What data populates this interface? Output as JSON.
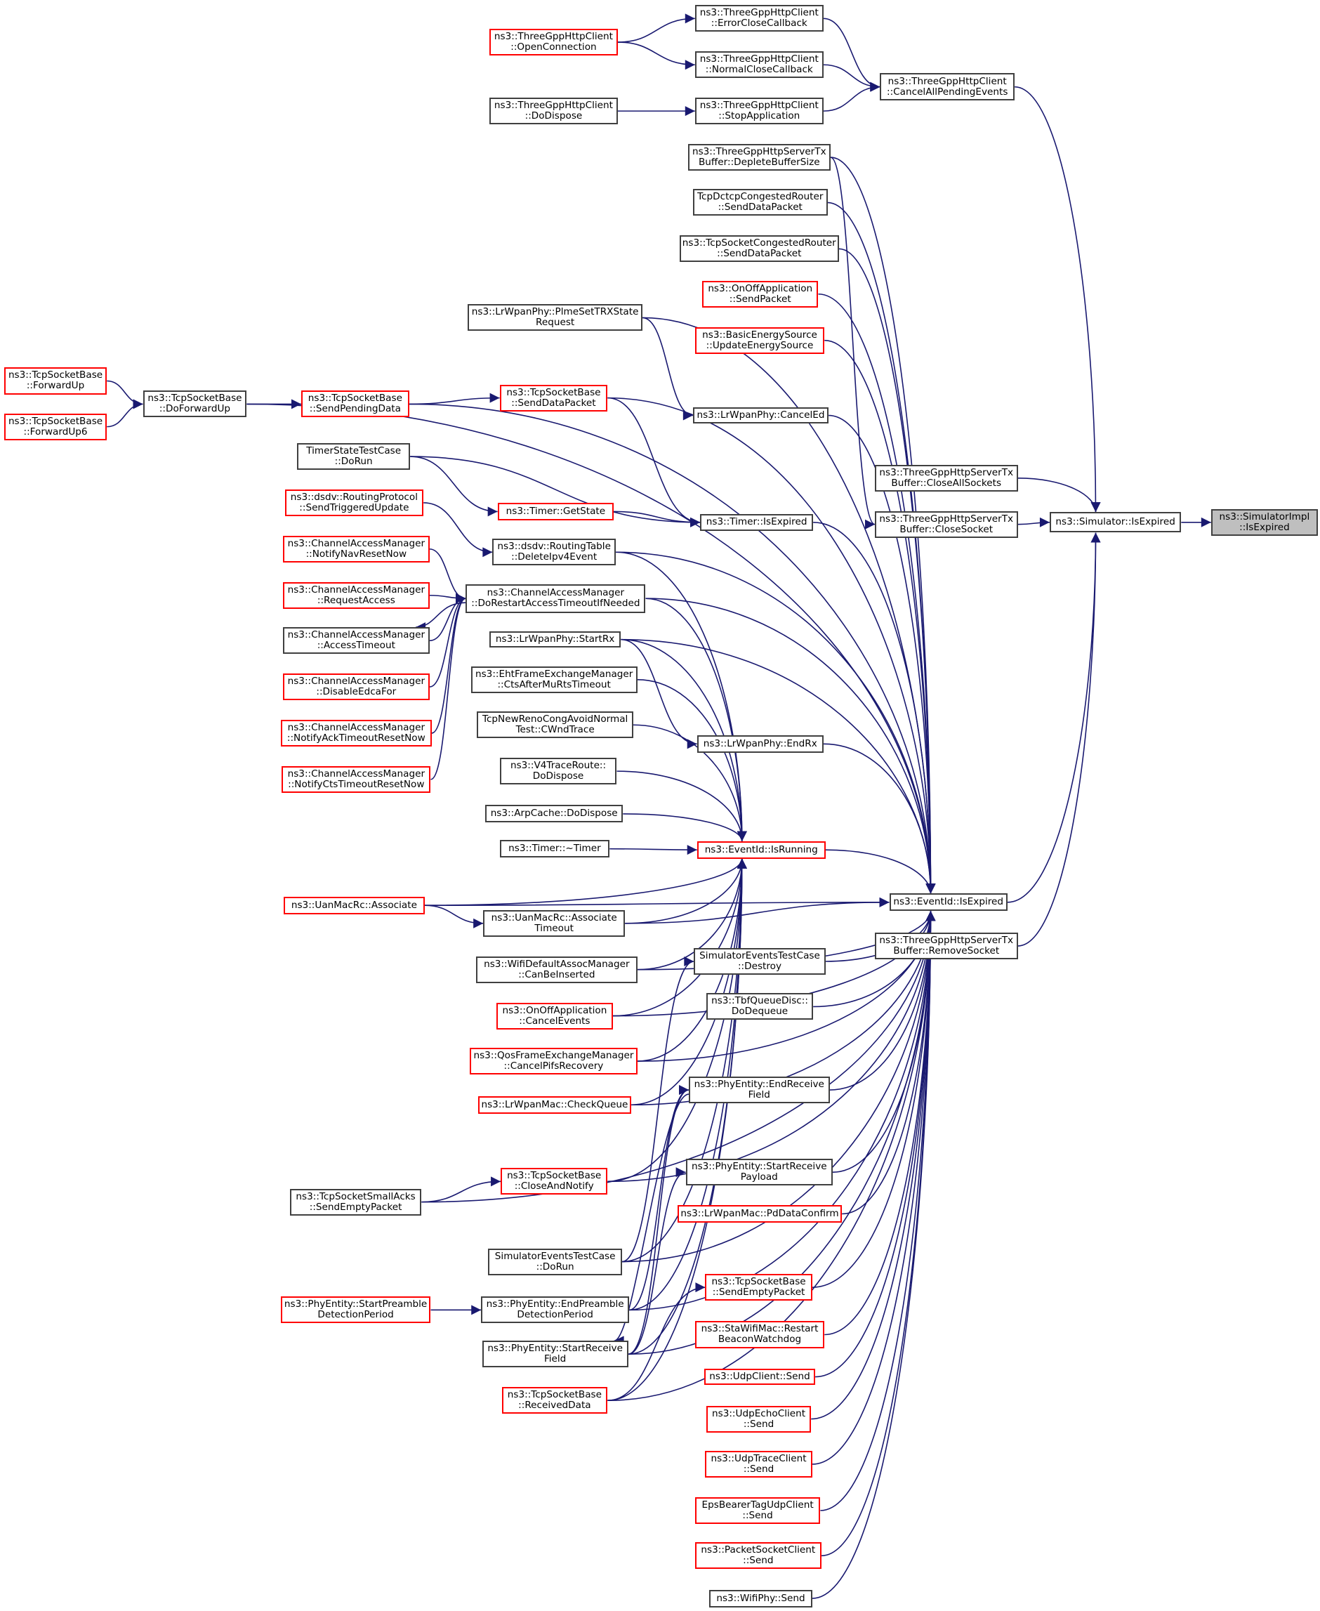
{
  "graph": {
    "title": "Caller graph of ns3::SimulatorImpl::IsExpired",
    "edge_color": "#191970",
    "node_border_color": "#404040",
    "undocumented_border_color": "#ff0000",
    "focus_fill_color": "#bfbfbf",
    "nodes": [
      {
        "id": "simimpl_isexpired",
        "lines": [
          "ns3::SimulatorImpl",
          "::IsExpired"
        ],
        "style": "focus"
      },
      {
        "id": "simulator_isexpired",
        "lines": [
          "ns3::Simulator::IsExpired"
        ],
        "style": "normal"
      },
      {
        "id": "cancelallpending",
        "lines": [
          "ns3::ThreeGppHttpClient",
          "::CancelAllPendingEvents"
        ],
        "style": "normal"
      },
      {
        "id": "errorclose",
        "lines": [
          "ns3::ThreeGppHttpClient",
          "::ErrorCloseCallback"
        ],
        "style": "normal"
      },
      {
        "id": "normalclose",
        "lines": [
          "ns3::ThreeGppHttpClient",
          "::NormalCloseCallback"
        ],
        "style": "normal"
      },
      {
        "id": "stopapp",
        "lines": [
          "ns3::ThreeGppHttpClient",
          "::StopApplication"
        ],
        "style": "normal"
      },
      {
        "id": "openconn",
        "lines": [
          "ns3::ThreeGppHttpClient",
          "::OpenConnection"
        ],
        "style": "red"
      },
      {
        "id": "dodispose_http",
        "lines": [
          "ns3::ThreeGppHttpClient",
          "::DoDispose"
        ],
        "style": "normal"
      },
      {
        "id": "deplete",
        "lines": [
          "ns3::ThreeGppHttpServerTx",
          "Buffer::DepleteBufferSize"
        ],
        "style": "normal"
      },
      {
        "id": "dctcp_send",
        "lines": [
          "TcpDctcpCongestedRouter",
          "::SendDataPacket"
        ],
        "style": "normal"
      },
      {
        "id": "tcpcong_send",
        "lines": [
          "ns3::TcpSocketCongestedRouter",
          "::SendDataPacket"
        ],
        "style": "normal"
      },
      {
        "id": "onoff_send",
        "lines": [
          "ns3::OnOffApplication",
          "::SendPacket"
        ],
        "style": "red"
      },
      {
        "id": "energy_update",
        "lines": [
          "ns3::BasicEnergySource",
          "::UpdateEnergySource"
        ],
        "style": "red"
      },
      {
        "id": "plme",
        "lines": [
          "ns3::LrWpanPhy::PlmeSetTRXState",
          "Request"
        ],
        "style": "normal"
      },
      {
        "id": "canceled",
        "lines": [
          "ns3::LrWpanPhy::CancelEd"
        ],
        "style": "normal"
      },
      {
        "id": "closeallsockets",
        "lines": [
          "ns3::ThreeGppHttpServerTx",
          "Buffer::CloseAllSockets"
        ],
        "style": "normal"
      },
      {
        "id": "closesocket",
        "lines": [
          "ns3::ThreeGppHttpServerTx",
          "Buffer::CloseSocket"
        ],
        "style": "normal"
      },
      {
        "id": "removesocket",
        "lines": [
          "ns3::ThreeGppHttpServerTx",
          "Buffer::RemoveSocket"
        ],
        "style": "normal"
      },
      {
        "id": "eventid_isexpired",
        "lines": [
          "ns3::EventId::IsExpired"
        ],
        "style": "normal"
      },
      {
        "id": "eventid_isrunning",
        "lines": [
          "ns3::EventId::IsRunning"
        ],
        "style": "red"
      },
      {
        "id": "forwardup",
        "lines": [
          "ns3::TcpSocketBase",
          "::ForwardUp"
        ],
        "style": "red"
      },
      {
        "id": "forwardup6",
        "lines": [
          "ns3::TcpSocketBase",
          "::ForwardUp6"
        ],
        "style": "red"
      },
      {
        "id": "doforwardup",
        "lines": [
          "ns3::TcpSocketBase",
          "::DoForwardUp"
        ],
        "style": "normal"
      },
      {
        "id": "sendpending",
        "lines": [
          "ns3::TcpSocketBase",
          "::SendPendingData"
        ],
        "style": "red"
      },
      {
        "id": "tcp_senddata",
        "lines": [
          "ns3::TcpSocketBase",
          "::SendDataPacket"
        ],
        "style": "red"
      },
      {
        "id": "timerstate_dorun",
        "lines": [
          "TimerStateTestCase",
          "::DoRun"
        ],
        "style": "normal"
      },
      {
        "id": "timer_getstate",
        "lines": [
          "ns3::Timer::GetState"
        ],
        "style": "red"
      },
      {
        "id": "timer_isexpired",
        "lines": [
          "ns3::Timer::IsExpired"
        ],
        "style": "normal"
      },
      {
        "id": "dsdv_sendtrig",
        "lines": [
          "ns3::dsdv::RoutingProtocol",
          "::SendTriggeredUpdate"
        ],
        "style": "red"
      },
      {
        "id": "dsdv_deleteipv4",
        "lines": [
          "ns3::dsdv::RoutingTable",
          "::DeleteIpv4Event"
        ],
        "style": "normal"
      },
      {
        "id": "cam_navreset",
        "lines": [
          "ns3::ChannelAccessManager",
          "::NotifyNavResetNow"
        ],
        "style": "red"
      },
      {
        "id": "cam_request",
        "lines": [
          "ns3::ChannelAccessManager",
          "::RequestAccess"
        ],
        "style": "red"
      },
      {
        "id": "cam_accesstimeout",
        "lines": [
          "ns3::ChannelAccessManager",
          "::AccessTimeout"
        ],
        "style": "normal"
      },
      {
        "id": "cam_disableedca",
        "lines": [
          "ns3::ChannelAccessManager",
          "::DisableEdcaFor"
        ],
        "style": "red"
      },
      {
        "id": "cam_ackreset",
        "lines": [
          "ns3::ChannelAccessManager",
          "::NotifyAckTimeoutResetNow"
        ],
        "style": "red"
      },
      {
        "id": "cam_ctsreset",
        "lines": [
          "ns3::ChannelAccessManager",
          "::NotifyCtsTimeoutResetNow"
        ],
        "style": "red"
      },
      {
        "id": "cam_dorestart",
        "lines": [
          "ns3::ChannelAccessManager",
          "::DoRestartAccessTimeoutIfNeeded"
        ],
        "style": "normal"
      },
      {
        "id": "startrx",
        "lines": [
          "ns3::LrWpanPhy::StartRx"
        ],
        "style": "normal"
      },
      {
        "id": "eht_cts",
        "lines": [
          "ns3::EhtFrameExchangeManager",
          "::CtsAfterMuRtsTimeout"
        ],
        "style": "normal"
      },
      {
        "id": "newreno_cwnd",
        "lines": [
          "TcpNewRenoCongAvoidNormal",
          "Test::CWndTrace"
        ],
        "style": "normal"
      },
      {
        "id": "v4trace_dispose",
        "lines": [
          "ns3::V4TraceRoute::",
          "DoDispose"
        ],
        "style": "normal"
      },
      {
        "id": "arpcache_dispose",
        "lines": [
          "ns3::ArpCache::DoDispose"
        ],
        "style": "normal"
      },
      {
        "id": "timer_dtor",
        "lines": [
          "ns3::Timer::~Timer"
        ],
        "style": "normal"
      },
      {
        "id": "endrx",
        "lines": [
          "ns3::LrWpanPhy::EndRx"
        ],
        "style": "normal"
      },
      {
        "id": "uan_associate",
        "lines": [
          "ns3::UanMacRc::Associate"
        ],
        "style": "red"
      },
      {
        "id": "uan_assoctimeout",
        "lines": [
          "ns3::UanMacRc::Associate",
          "Timeout"
        ],
        "style": "normal"
      },
      {
        "id": "wifi_caninsert",
        "lines": [
          "ns3::WifiDefaultAssocManager",
          "::CanBeInserted"
        ],
        "style": "normal"
      },
      {
        "id": "onoff_cancel",
        "lines": [
          "ns3::OnOffApplication",
          "::CancelEvents"
        ],
        "style": "red"
      },
      {
        "id": "qos_cancelpifs",
        "lines": [
          "ns3::QosFrameExchangeManager",
          "::CancelPifsRecovery"
        ],
        "style": "red"
      },
      {
        "id": "lrwpanmac_checkqueue",
        "lines": [
          "ns3::LrWpanMac::CheckQueue"
        ],
        "style": "red"
      },
      {
        "id": "simevents_destroy",
        "lines": [
          "SimulatorEventsTestCase",
          "::Destroy"
        ],
        "style": "normal"
      },
      {
        "id": "tbf_dequeue",
        "lines": [
          "ns3::TbfQueueDisc::",
          "DoDequeue"
        ],
        "style": "normal"
      },
      {
        "id": "phy_endrecvfield",
        "lines": [
          "ns3::PhyEntity::EndReceive",
          "Field"
        ],
        "style": "normal"
      },
      {
        "id": "phy_startrecvpayload",
        "lines": [
          "ns3::PhyEntity::StartReceive",
          "Payload"
        ],
        "style": "normal"
      },
      {
        "id": "lrwpanmac_pddata",
        "lines": [
          "ns3::LrWpanMac::PdDataConfirm"
        ],
        "style": "red"
      },
      {
        "id": "tcp_closenotify",
        "lines": [
          "ns3::TcpSocketBase",
          "::CloseAndNotify"
        ],
        "style": "red"
      },
      {
        "id": "smallacks_sendempty",
        "lines": [
          "ns3::TcpSocketSmallAcks",
          "::SendEmptyPacket"
        ],
        "style": "normal"
      },
      {
        "id": "simevents_dorun",
        "lines": [
          "SimulatorEventsTestCase",
          "::DoRun"
        ],
        "style": "normal"
      },
      {
        "id": "phy_startpreamble",
        "lines": [
          "ns3::PhyEntity::StartPreamble",
          "DetectionPeriod"
        ],
        "style": "red"
      },
      {
        "id": "phy_endpreamble",
        "lines": [
          "ns3::PhyEntity::EndPreamble",
          "DetectionPeriod"
        ],
        "style": "normal"
      },
      {
        "id": "phy_startrecvfield",
        "lines": [
          "ns3::PhyEntity::StartReceive",
          "Field"
        ],
        "style": "normal"
      },
      {
        "id": "tcp_receiveddata",
        "lines": [
          "ns3::TcpSocketBase",
          "::ReceivedData"
        ],
        "style": "red"
      },
      {
        "id": "tcp_sendempty",
        "lines": [
          "ns3::TcpSocketBase",
          "::SendEmptyPacket"
        ],
        "style": "red"
      },
      {
        "id": "stawifi_restart",
        "lines": [
          "ns3::StaWifiMac::Restart",
          "BeaconWatchdog"
        ],
        "style": "red"
      },
      {
        "id": "udpclient_send",
        "lines": [
          "ns3::UdpClient::Send"
        ],
        "style": "red"
      },
      {
        "id": "udpecho_send",
        "lines": [
          "ns3::UdpEchoClient",
          "::Send"
        ],
        "style": "red"
      },
      {
        "id": "udptrace_send",
        "lines": [
          "ns3::UdpTraceClient",
          "::Send"
        ],
        "style": "red"
      },
      {
        "id": "epsbearer_send",
        "lines": [
          "EpsBearerTagUdpClient",
          "::Send"
        ],
        "style": "red"
      },
      {
        "id": "packetsocket_send",
        "lines": [
          "ns3::PacketSocketClient",
          "::Send"
        ],
        "style": "red"
      },
      {
        "id": "wifiphy_send",
        "lines": [
          "ns3::WifiPhy::Send"
        ],
        "style": "normal"
      }
    ],
    "edges": [
      [
        "simulator_isexpired",
        "simimpl_isexpired"
      ],
      [
        "cancelallpending",
        "simulator_isexpired"
      ],
      [
        "closeallsockets",
        "simulator_isexpired"
      ],
      [
        "closesocket",
        "simulator_isexpired"
      ],
      [
        "eventid_isexpired",
        "simulator_isexpired"
      ],
      [
        "removesocket",
        "simulator_isexpired"
      ],
      [
        "errorclose",
        "cancelallpending"
      ],
      [
        "normalclose",
        "cancelallpending"
      ],
      [
        "stopapp",
        "cancelallpending"
      ],
      [
        "openconn",
        "errorclose"
      ],
      [
        "openconn",
        "normalclose"
      ],
      [
        "dodispose_http",
        "stopapp"
      ],
      [
        "deplete",
        "closesocket"
      ],
      [
        "forwardup",
        "doforwardup"
      ],
      [
        "forwardup6",
        "doforwardup"
      ],
      [
        "doforwardup",
        "sendpending"
      ],
      [
        "sendpending",
        "tcp_senddata"
      ],
      [
        "timerstate_dorun",
        "timer_getstate"
      ],
      [
        "timerstate_dorun",
        "timer_isexpired"
      ],
      [
        "timer_getstate",
        "timer_isexpired"
      ],
      [
        "tcp_senddata",
        "timer_isexpired"
      ],
      [
        "plme",
        "canceled"
      ],
      [
        "dsdv_sendtrig",
        "dsdv_deleteipv4"
      ],
      [
        "cam_navreset",
        "cam_dorestart"
      ],
      [
        "cam_request",
        "cam_dorestart"
      ],
      [
        "cam_accesstimeout",
        "cam_dorestart"
      ],
      [
        "cam_dorestart",
        "cam_accesstimeout"
      ],
      [
        "cam_disableedca",
        "cam_dorestart"
      ],
      [
        "cam_ackreset",
        "cam_dorestart"
      ],
      [
        "cam_ctsreset",
        "cam_dorestart"
      ],
      [
        "startrx",
        "endrx"
      ],
      [
        "uan_associate",
        "uan_assoctimeout"
      ],
      [
        "uan_associate",
        "eventid_isrunning"
      ],
      [
        "uan_assoctimeout",
        "eventid_isrunning"
      ],
      [
        "timer_dtor",
        "eventid_isrunning"
      ],
      [
        "arpcache_dispose",
        "eventid_isrunning"
      ],
      [
        "v4trace_dispose",
        "eventid_isrunning"
      ],
      [
        "newreno_cwnd",
        "eventid_isrunning"
      ],
      [
        "eht_cts",
        "eventid_isrunning"
      ],
      [
        "startrx",
        "eventid_isrunning"
      ],
      [
        "cam_dorestart",
        "eventid_isrunning"
      ],
      [
        "dsdv_deleteipv4",
        "eventid_isrunning"
      ],
      [
        "wifi_caninsert",
        "eventid_isrunning"
      ],
      [
        "onoff_cancel",
        "eventid_isrunning"
      ],
      [
        "qos_cancelpifs",
        "eventid_isrunning"
      ],
      [
        "lrwpanmac_checkqueue",
        "eventid_isrunning"
      ],
      [
        "tcp_closenotify",
        "eventid_isrunning"
      ],
      [
        "simevents_dorun",
        "eventid_isrunning"
      ],
      [
        "phy_endpreamble",
        "eventid_isrunning"
      ],
      [
        "phy_startrecvfield",
        "eventid_isrunning"
      ],
      [
        "tcp_receiveddata",
        "eventid_isrunning"
      ],
      [
        "smallacks_sendempty",
        "tcp_closenotify"
      ],
      [
        "phy_startpreamble",
        "phy_endpreamble"
      ],
      [
        "phy_endpreamble",
        "phy_endrecvfield"
      ],
      [
        "phy_startrecvfield",
        "phy_endrecvfield"
      ],
      [
        "phy_startrecvfield",
        "phy_startrecvpayload"
      ],
      [
        "simevents_dorun",
        "simevents_destroy"
      ],
      [
        "phy_endrecvfield",
        "phy_startrecvfield"
      ],
      [
        "tcp_receiveddata",
        "tcp_sendempty"
      ],
      [
        "eventid_isrunning",
        "eventid_isexpired"
      ],
      [
        "doforwardup",
        "eventid_isexpired"
      ],
      [
        "uan_associate",
        "eventid_isexpired"
      ],
      [
        "smallacks_sendempty",
        "eventid_isexpired"
      ],
      [
        "deplete",
        "eventid_isexpired"
      ],
      [
        "dctcp_send",
        "eventid_isexpired"
      ],
      [
        "tcpcong_send",
        "eventid_isexpired"
      ],
      [
        "onoff_send",
        "eventid_isexpired"
      ],
      [
        "energy_update",
        "eventid_isexpired"
      ],
      [
        "plme",
        "eventid_isexpired"
      ],
      [
        "canceled",
        "eventid_isexpired"
      ],
      [
        "sendpending",
        "eventid_isexpired"
      ],
      [
        "tcp_senddata",
        "eventid_isexpired"
      ],
      [
        "timer_isexpired",
        "eventid_isexpired"
      ],
      [
        "dsdv_deleteipv4",
        "eventid_isexpired"
      ],
      [
        "cam_dorestart",
        "eventid_isexpired"
      ],
      [
        "startrx",
        "eventid_isexpired"
      ],
      [
        "endrx",
        "eventid_isexpired"
      ],
      [
        "simevents_destroy",
        "eventid_isexpired"
      ],
      [
        "tbf_dequeue",
        "eventid_isexpired"
      ],
      [
        "phy_endrecvfield",
        "eventid_isexpired"
      ],
      [
        "phy_startrecvpayload",
        "eventid_isexpired"
      ],
      [
        "lrwpanmac_pddata",
        "eventid_isexpired"
      ],
      [
        "tcp_sendempty",
        "eventid_isexpired"
      ],
      [
        "stawifi_restart",
        "eventid_isexpired"
      ],
      [
        "udpclient_send",
        "eventid_isexpired"
      ],
      [
        "udpecho_send",
        "eventid_isexpired"
      ],
      [
        "udptrace_send",
        "eventid_isexpired"
      ],
      [
        "epsbearer_send",
        "eventid_isexpired"
      ],
      [
        "packetsocket_send",
        "eventid_isexpired"
      ],
      [
        "wifiphy_send",
        "eventid_isexpired"
      ],
      [
        "phy_endpreamble",
        "eventid_isexpired"
      ],
      [
        "phy_startrecvfield",
        "eventid_isexpired"
      ],
      [
        "tcp_receiveddata",
        "eventid_isexpired"
      ],
      [
        "qos_cancelpifs",
        "eventid_isexpired"
      ],
      [
        "lrwpanmac_checkqueue",
        "eventid_isexpired"
      ],
      [
        "onoff_cancel",
        "eventid_isexpired"
      ],
      [
        "wifi_caninsert",
        "eventid_isexpired"
      ],
      [
        "uan_assoctimeout",
        "eventid_isexpired"
      ],
      [
        "simevents_dorun",
        "eventid_isexpired"
      ],
      [
        "tcp_closenotify",
        "eventid_isexpired"
      ]
    ]
  }
}
